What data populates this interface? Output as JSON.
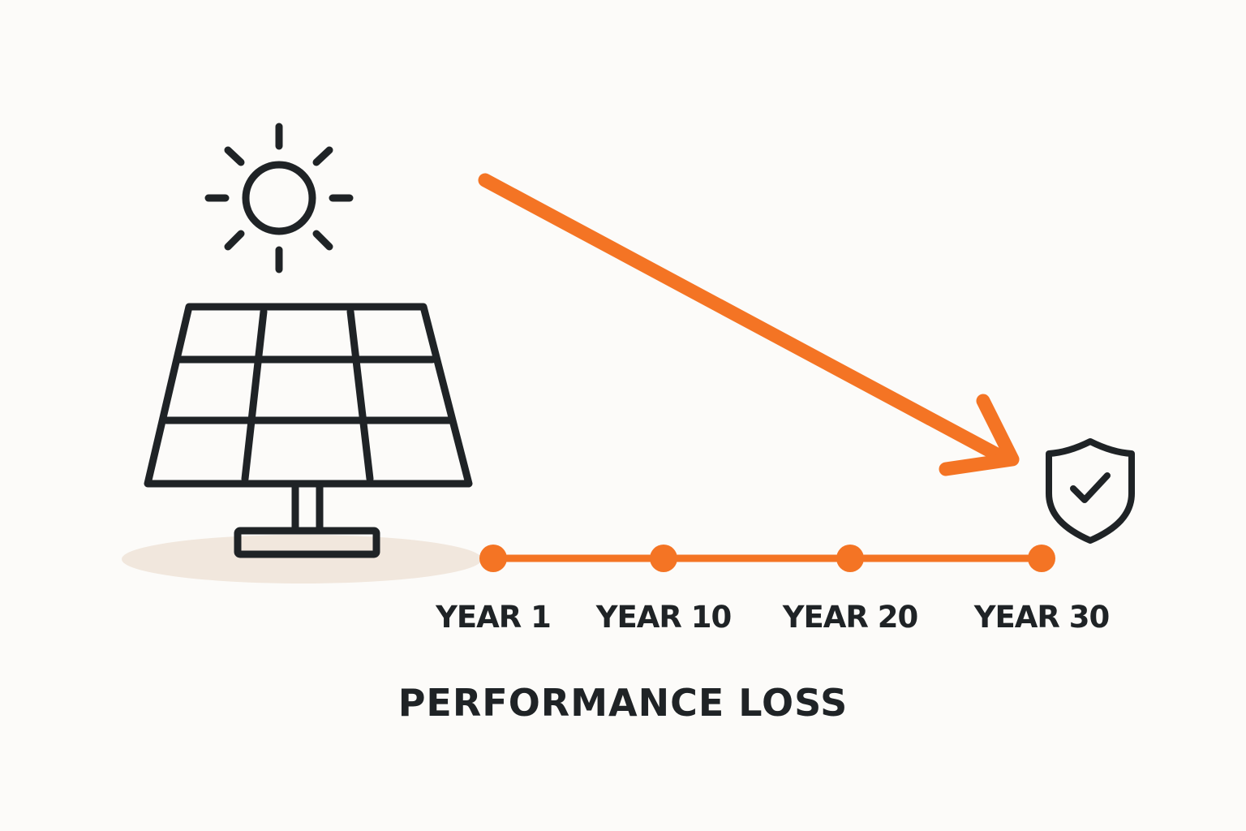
{
  "colors": {
    "accent": "#f47424",
    "ink": "#1f2326",
    "ground_shadow": "#f1e7dd",
    "background": "#fcfbf9"
  },
  "icons": [
    "sun-icon",
    "solar-panel-icon",
    "shield-check-icon",
    "down-trend-arrow-icon"
  ],
  "timeline": {
    "labels": [
      "YEAR 1",
      "YEAR 10",
      "YEAR 20",
      "YEAR 30"
    ]
  },
  "caption": "PERFORMANCE LOSS"
}
